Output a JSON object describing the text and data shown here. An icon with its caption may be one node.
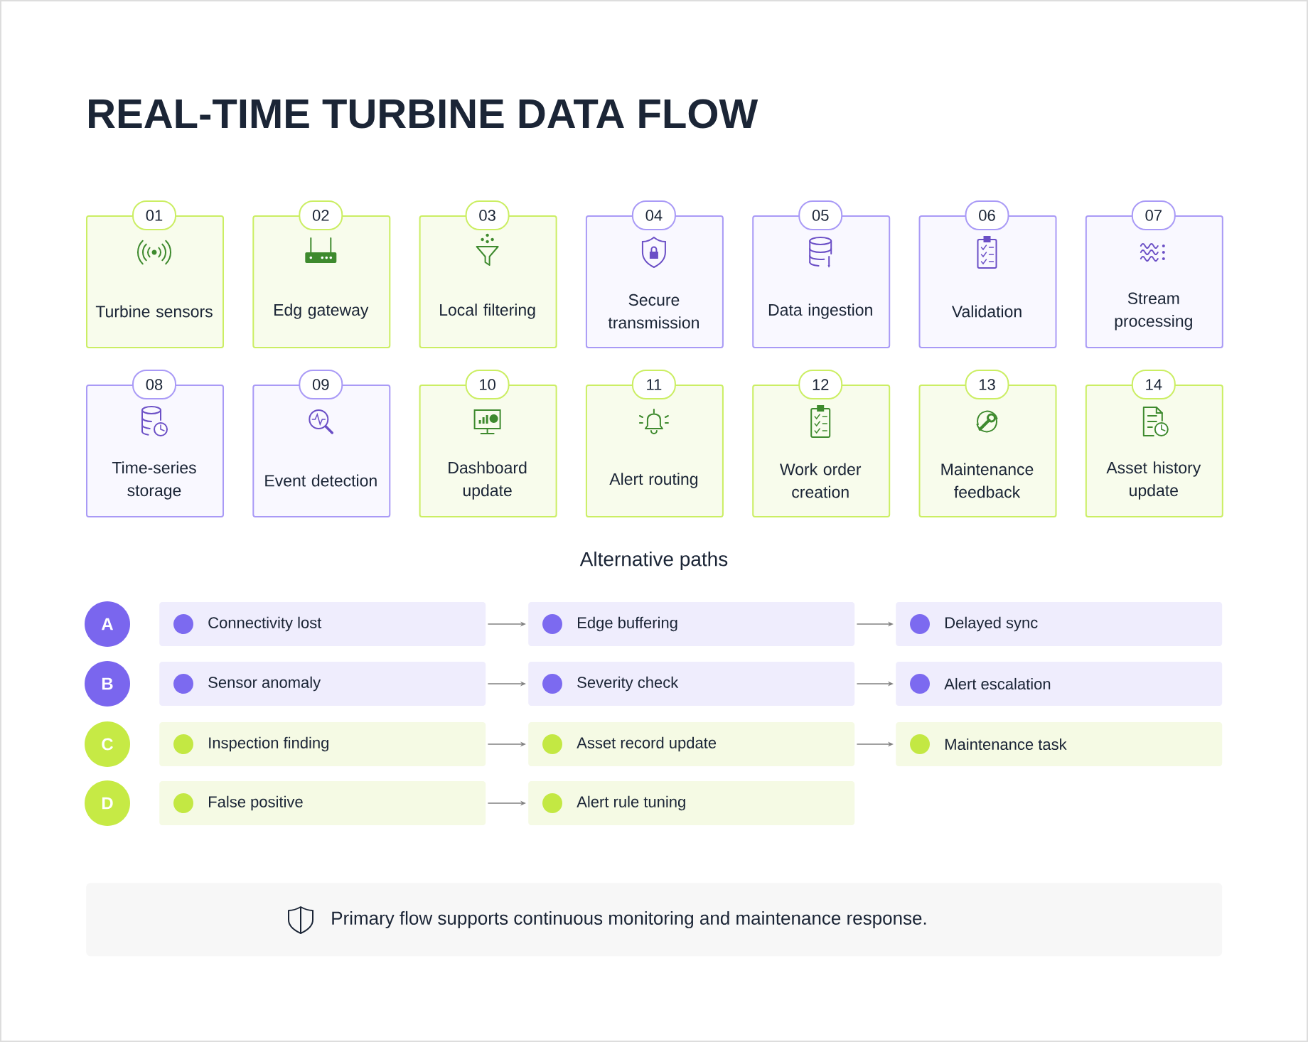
{
  "diagram": {
    "title": "REAL-TIME TURBINE DATA FLOW",
    "nodes": [
      {
        "text": [
          "01",
          "Turbine sensors"
        ]
      },
      {
        "text": [
          "02",
          "Edg gateway"
        ]
      },
      {
        "text": [
          "03",
          "Local filtering"
        ]
      },
      {
        "text": [
          "04",
          "Secure transmission"
        ]
      },
      {
        "text": [
          "05",
          "Data ingestion"
        ]
      },
      {
        "text": [
          "06",
          "Validation"
        ]
      },
      {
        "text": [
          "07",
          "Stream processing"
        ]
      },
      {
        "text": [
          "08",
          "Time-series storage"
        ]
      },
      {
        "text": [
          "09",
          "Event detection"
        ]
      },
      {
        "text": [
          "10",
          "Dashboard update"
        ]
      },
      {
        "text": [
          "11",
          "Alert routing"
        ]
      },
      {
        "text": [
          "12",
          "Work order creation"
        ]
      },
      {
        "text": [
          "13",
          "Maintenance feedback"
        ]
      },
      {
        "text": [
          "14",
          "Asset history update"
        ]
      },
      {
        "text": [
          "A"
        ]
      },
      {
        "text": [
          "Connectivity lost"
        ]
      },
      {
        "text": [
          "Edge buffering"
        ]
      },
      {
        "text": [
          "Delayed sync"
        ]
      },
      {
        "text": [
          "B"
        ]
      },
      {
        "text": [
          "Sensor anomaly"
        ]
      },
      {
        "text": [
          "Severity check"
        ]
      },
      {
        "text": [
          "Alert escalation"
        ]
      },
      {
        "text": [
          "C"
        ]
      },
      {
        "text": [
          "Inspection finding"
        ]
      },
      {
        "text": [
          "Asset record update"
        ]
      },
      {
        "text": [
          "Maintenance task"
        ]
      },
      {
        "text": [
          "D"
        ]
      },
      {
        "text": [
          "False positive"
        ]
      },
      {
        "text": [
          "Alert rule tuning"
        ]
      },
      {
        "text": [
          "Primary flow supports continuous monitoring and maintenance response."
        ]
      }
    ],
    "edges": [
      {
        "from": 15,
        "to": 16,
        "arrow": "to"
      },
      {
        "from": 16,
        "to": 17,
        "arrow": "to"
      },
      {
        "from": 19,
        "to": 20,
        "arrow": "to"
      },
      {
        "from": 20,
        "to": 21,
        "arrow": "to"
      },
      {
        "from": 23,
        "to": 24,
        "arrow": "to"
      },
      {
        "from": 24,
        "to": 25,
        "arrow": "to"
      },
      {
        "from": 27,
        "to": 28,
        "arrow": "to"
      }
    ],
    "labels": [
      "Alternative paths"
    ]
  }
}
